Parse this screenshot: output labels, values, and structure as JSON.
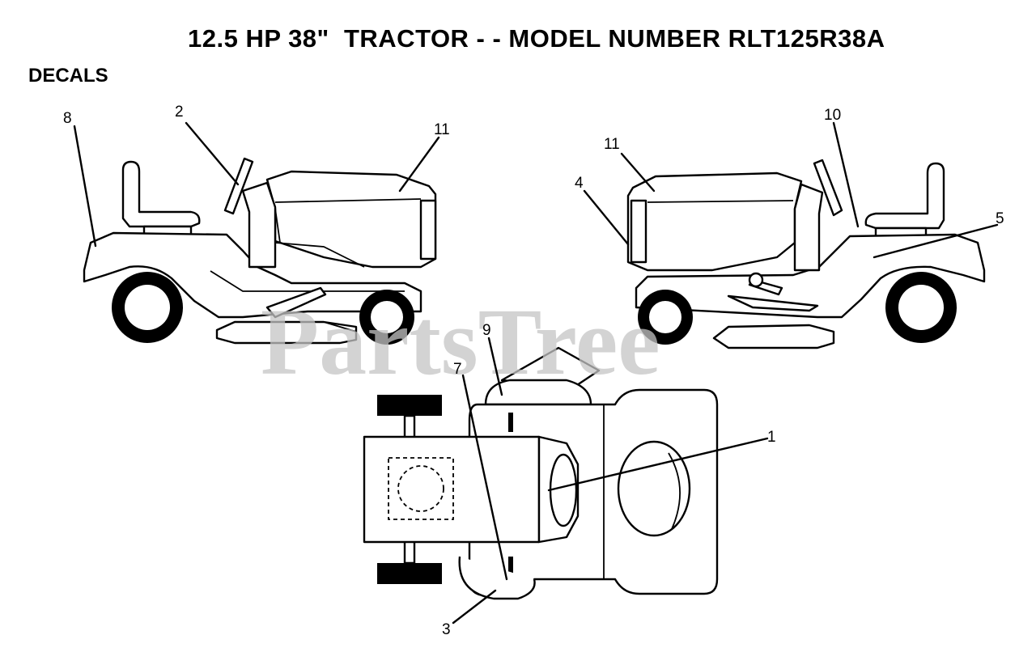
{
  "header": {
    "title": "12.5 HP 38\"  TRACTOR - - MODEL NUMBER RLT125R38A",
    "section": "DECALS"
  },
  "watermark": "PartsTree",
  "callouts": {
    "c1": "1",
    "c2": "2",
    "c3": "3",
    "c4": "4",
    "c5": "5",
    "c7": "7",
    "c8": "8",
    "c9": "9",
    "c10": "10",
    "c11_left": "11",
    "c11_right": "11"
  },
  "colors": {
    "line": "#000000",
    "watermark": "#c4c4c4",
    "background": "#ffffff"
  }
}
